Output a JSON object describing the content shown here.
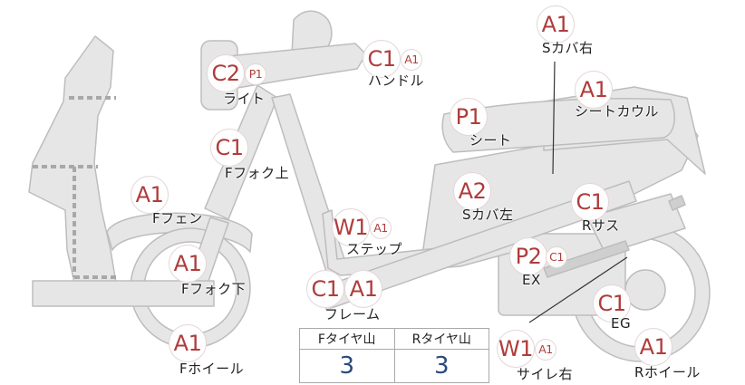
{
  "parts": [
    {
      "id": "s-cover-right",
      "name": "Sカバ右",
      "badges": [
        {
          "text": "A1",
          "size": "big"
        }
      ]
    },
    {
      "id": "light",
      "name": "ライト",
      "badges": [
        {
          "text": "C2",
          "size": "big"
        },
        {
          "text": "P1",
          "size": "small"
        }
      ]
    },
    {
      "id": "handle",
      "name": "ハンドル",
      "badges": [
        {
          "text": "C1",
          "size": "big"
        },
        {
          "text": "A1",
          "size": "small"
        }
      ]
    },
    {
      "id": "seat-cowl",
      "name": "シートカウル",
      "badges": [
        {
          "text": "A1",
          "size": "big"
        }
      ]
    },
    {
      "id": "seat",
      "name": "シート",
      "badges": [
        {
          "text": "P1",
          "size": "big"
        }
      ]
    },
    {
      "id": "f-fork-upper",
      "name": "Fフォク上",
      "badges": [
        {
          "text": "C1",
          "size": "big"
        }
      ]
    },
    {
      "id": "f-fender",
      "name": "Fフェン",
      "badges": [
        {
          "text": "A1",
          "size": "big"
        }
      ]
    },
    {
      "id": "s-cover-left",
      "name": "Sカバ左",
      "badges": [
        {
          "text": "A2",
          "size": "big"
        }
      ]
    },
    {
      "id": "r-suspension",
      "name": "Rサス",
      "badges": [
        {
          "text": "C1",
          "size": "big"
        }
      ]
    },
    {
      "id": "step",
      "name": "ステップ",
      "badges": [
        {
          "text": "W1",
          "size": "big"
        },
        {
          "text": "A1",
          "size": "small"
        }
      ]
    },
    {
      "id": "exhaust",
      "name": "EX",
      "badges": [
        {
          "text": "P2",
          "size": "big"
        },
        {
          "text": "C1",
          "size": "small"
        }
      ]
    },
    {
      "id": "f-fork-lower",
      "name": "Fフォク下",
      "badges": [
        {
          "text": "A1",
          "size": "big"
        }
      ]
    },
    {
      "id": "frame",
      "name": "フレーム",
      "badges": [
        {
          "text": "C1",
          "size": "big"
        },
        {
          "text": "A1",
          "size": "big"
        }
      ]
    },
    {
      "id": "engine",
      "name": "EG",
      "badges": [
        {
          "text": "C1",
          "size": "big"
        }
      ]
    },
    {
      "id": "f-wheel",
      "name": "Fホイール",
      "badges": [
        {
          "text": "A1",
          "size": "big"
        }
      ]
    },
    {
      "id": "muffler-right",
      "name": "サイレ右",
      "badges": [
        {
          "text": "W1",
          "size": "big"
        },
        {
          "text": "A1",
          "size": "small"
        }
      ]
    },
    {
      "id": "r-wheel",
      "name": "Rホイール",
      "badges": [
        {
          "text": "A1",
          "size": "big"
        }
      ]
    }
  ],
  "tread_table": {
    "front_header": "Fタイヤ山",
    "rear_header": "Rタイヤ山",
    "front_value": "3",
    "rear_value": "3"
  },
  "colors": {
    "part_fill": "#e6e6e6",
    "part_stroke": "#bdbdbd",
    "dotted_line": "#a8a8a8",
    "badge_text": "#b03c3c",
    "value_text": "#2b4a7c"
  }
}
